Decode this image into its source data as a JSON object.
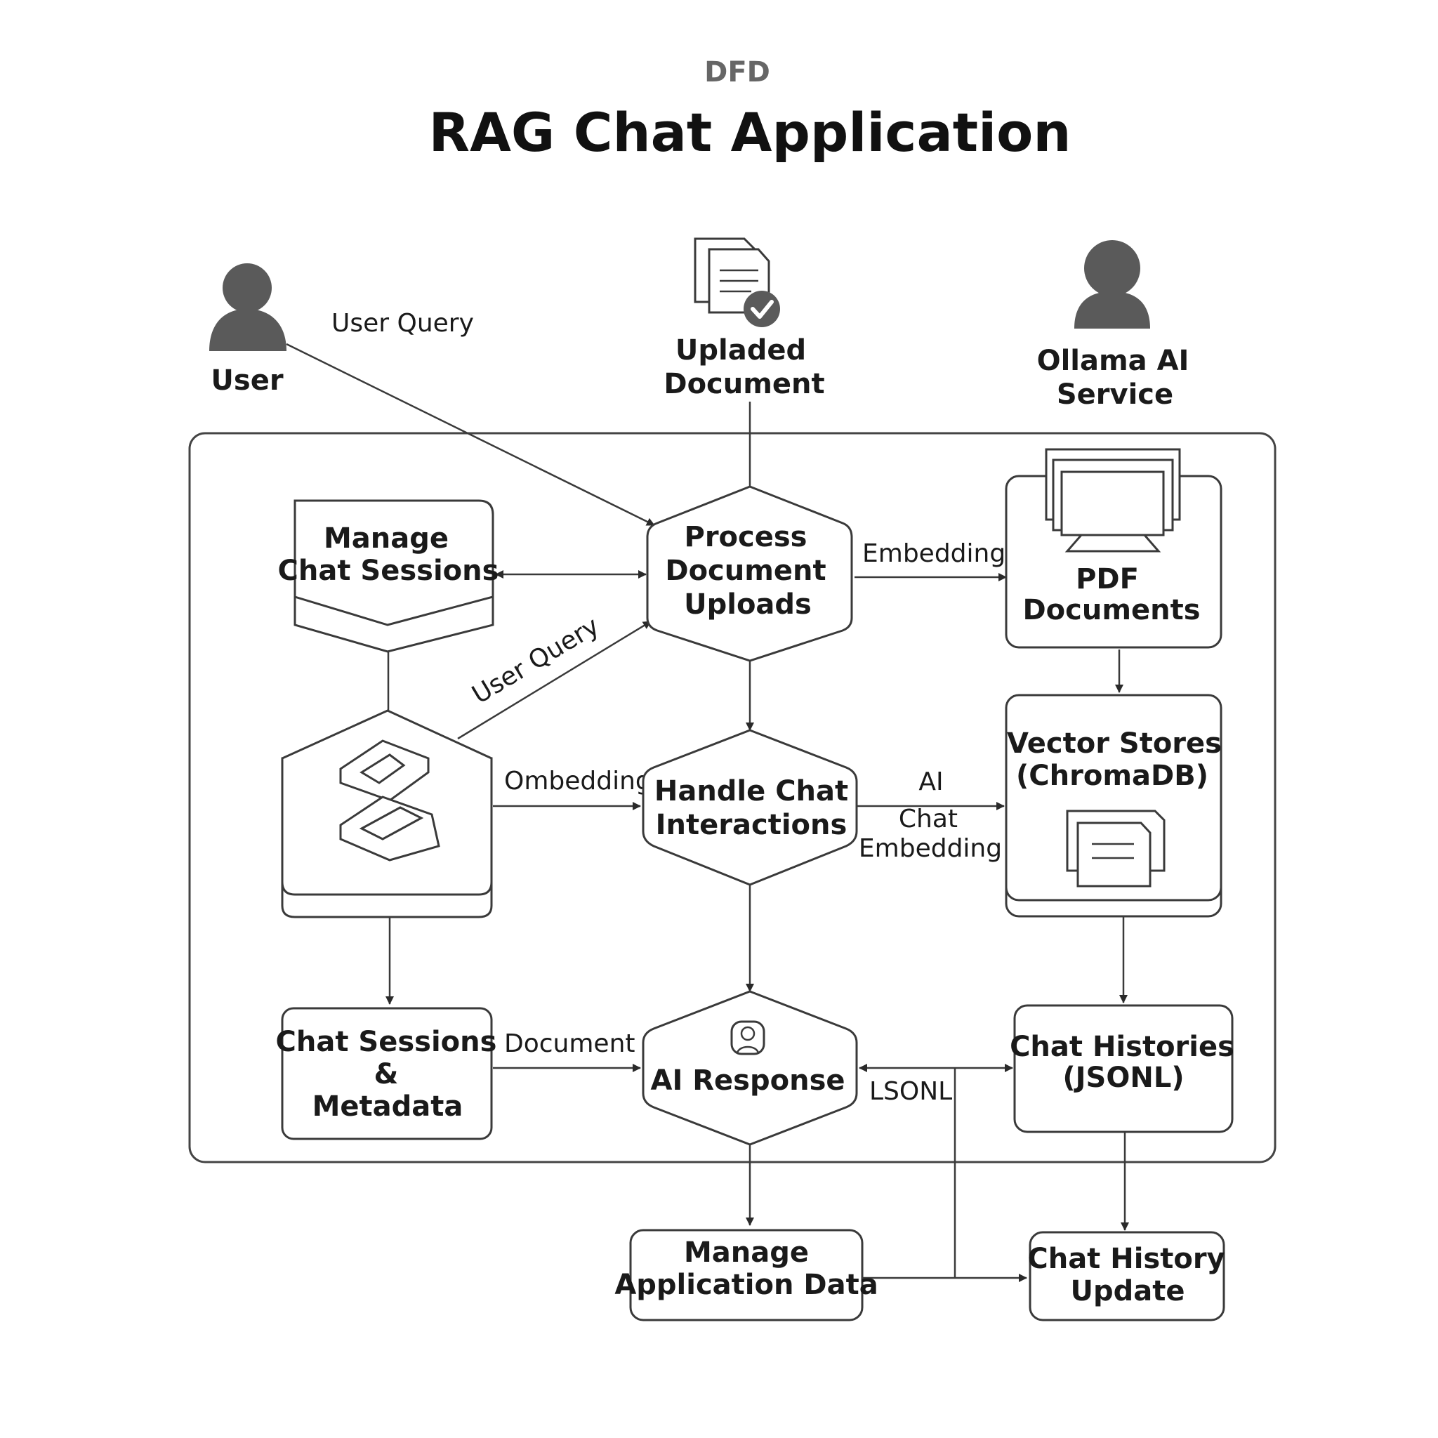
{
  "header": {
    "subtitle": "DFD",
    "title": "RAG Chat Application"
  },
  "external_entities": {
    "user": {
      "label": "User",
      "icon": "person-icon"
    },
    "uploaded_document": {
      "label_lines": [
        "Upladed",
        "Document"
      ],
      "icon": "document-check-icon"
    },
    "ollama": {
      "label_lines": [
        "Ollama AI",
        "Service"
      ],
      "icon": "person-icon"
    }
  },
  "processes": {
    "manage_chat_sessions": {
      "label_lines": [
        "Manage",
        "Chat Sessions"
      ]
    },
    "process_document_uploads": {
      "label_lines": [
        "Process",
        "Document",
        "Uploads"
      ]
    },
    "handle_chat_interactions": {
      "label_lines": [
        "Handle Chat",
        "Interactions"
      ]
    },
    "ai_response": {
      "label": "AI Response",
      "icon": "user-badge-icon"
    },
    "manage_application_data": {
      "label_lines": [
        "Manage",
        "Application Data"
      ]
    }
  },
  "data_stores": {
    "pdf_documents": {
      "label_lines": [
        "PDF",
        "Documents"
      ],
      "icon": "monitor-icon"
    },
    "vector_stores": {
      "label_lines": [
        "Vector Stores",
        "(ChromaDB)"
      ],
      "icon": "documents-icon"
    },
    "chat_sessions_metadata": {
      "label_lines": [
        "Chat Sessions",
        "&",
        "Metadata"
      ]
    },
    "chat_histories": {
      "label_lines": [
        "Chat Histories",
        "(JSONL)"
      ]
    },
    "chat_history_update": {
      "label_lines": [
        "Chat History",
        "Update"
      ]
    },
    "embedding_engine": {
      "icon": "embedding-blocks-icon"
    }
  },
  "flows": {
    "user_query_top": "User Query",
    "user_query_diag": "User Query",
    "embedding_top": "Embedding",
    "ombedding": "Ombedding",
    "ai_chat_embedding_lines": [
      "AI",
      "Chat",
      "Embedding"
    ],
    "document": "Document",
    "lsonl": "LSONL"
  }
}
